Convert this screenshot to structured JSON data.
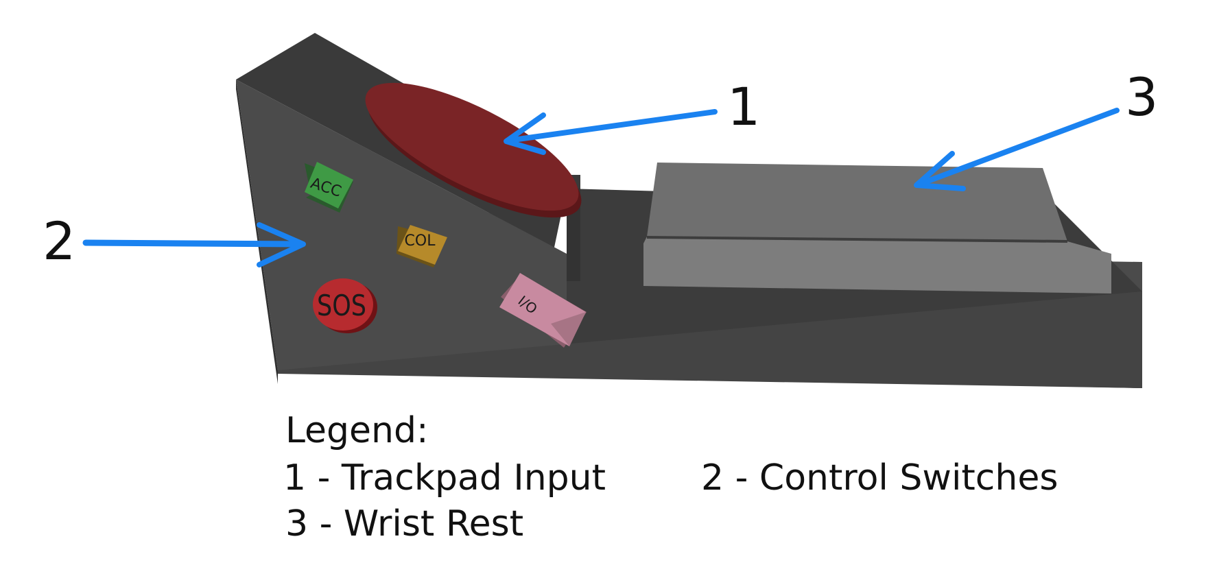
{
  "diagram": {
    "callouts": [
      {
        "id": "1",
        "text": "1"
      },
      {
        "id": "2",
        "text": "2"
      },
      {
        "id": "3",
        "text": "3"
      }
    ],
    "controls": {
      "acc": "ACC",
      "col": "COL",
      "sos": "SOS",
      "io": "I/O"
    },
    "colors": {
      "body": "#4b4b4b",
      "body_dark": "#3a3a3a",
      "trackpad": "#7a2426",
      "wrist_rest": "#6f6f6f",
      "acc": "#3f9a45",
      "col": "#b68a2a",
      "sos": "#b72b2f",
      "io": "#c88aa0",
      "arrow": "#1a82f0"
    }
  },
  "legend": {
    "title": "Legend:",
    "items": [
      {
        "text": "1 - Trackpad Input"
      },
      {
        "text": "2 - Control Switches"
      },
      {
        "text": "3 - Wrist Rest"
      }
    ]
  }
}
